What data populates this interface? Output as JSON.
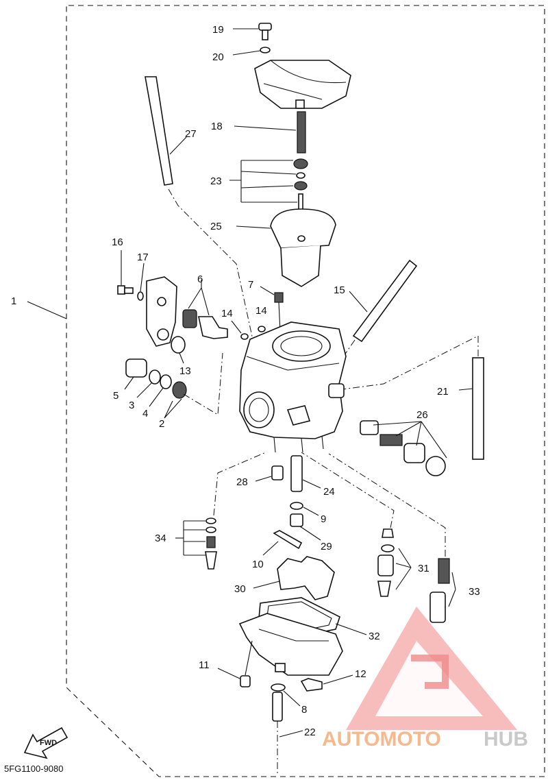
{
  "diagram": {
    "part_code": "5FG1100-9080",
    "fwd_label": "FWD",
    "watermark": {
      "part1": "AUTOMOTO",
      "part2": "HUB"
    },
    "callouts": {
      "c1": "1",
      "c2": "2",
      "c3": "3",
      "c4": "4",
      "c5": "5",
      "c6": "6",
      "c7": "7",
      "c8": "8",
      "c9": "9",
      "c10": "10",
      "c11": "11",
      "c12": "12",
      "c13": "13",
      "c14a": "14",
      "c14b": "14",
      "c15": "15",
      "c16": "16",
      "c17": "17",
      "c18": "18",
      "c19": "19",
      "c20": "20",
      "c21": "21",
      "c22": "22",
      "c23": "23",
      "c24": "24",
      "c25": "25",
      "c26": "26",
      "c27": "27",
      "c28": "28",
      "c29": "29",
      "c30": "30",
      "c31": "31",
      "c32": "32",
      "c33": "33",
      "c34": "34"
    },
    "colors": {
      "watermark_logo": "#f08a8a",
      "watermark_text_a": "#f6b98e",
      "watermark_text_b": "#c9c9c9"
    }
  }
}
